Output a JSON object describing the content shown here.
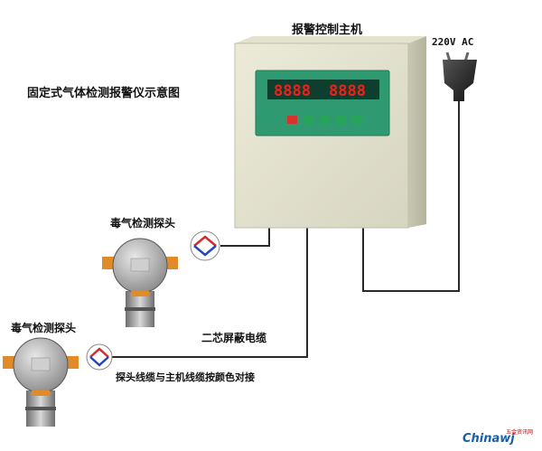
{
  "title": "固定式气体检测报警仪示意图",
  "host_label": "报警控制主机",
  "power_label": "220V  AC",
  "probe_labels": [
    "毒气检测探头",
    "毒气检测探头"
  ],
  "cable_label": "二芯屏蔽电缆",
  "note_label": "探头线缆与主机线缆按颜色对接",
  "display_digits": [
    "8888",
    "8888"
  ],
  "keypad_colors": [
    "#d9312b",
    "#27a35a",
    "#27a35a",
    "#27a35a",
    "#27a35a"
  ],
  "watermark": {
    "brand": "Chinawj",
    "sub": "五金资讯网"
  },
  "colors": {
    "panel": "#2f9a72",
    "display_digit": "#e8231c",
    "cable": "#2a2a2a",
    "probe_body": "#e08a2a",
    "connector_red": "#d42a2a",
    "connector_blue": "#2346b8"
  }
}
